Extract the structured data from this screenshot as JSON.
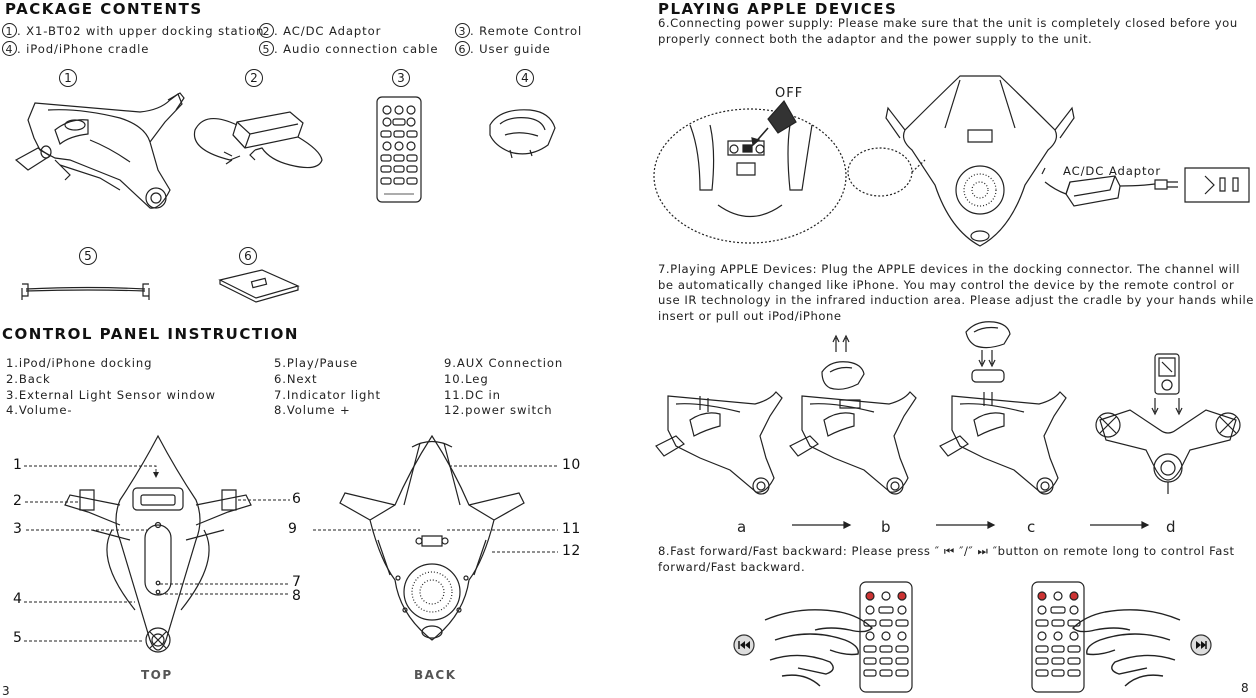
{
  "left": {
    "package": {
      "title": "PACKAGE CONTENTS",
      "items": [
        {
          "num": "1",
          "text": ". X1-BT02 with upper docking station"
        },
        {
          "num": "2",
          "text": ". AC/DC Adaptor"
        },
        {
          "num": "3",
          "text": ". Remote Control"
        },
        {
          "num": "4",
          "text": ". iPod/iPhone  cradle"
        },
        {
          "num": "5",
          "text": ". Audio connection cable"
        },
        {
          "num": "6",
          "text": ". User guide"
        }
      ]
    },
    "control": {
      "title": "CONTROL PANEL INSTRUCTION",
      "col1": [
        "1.iPod/iPhone  docking",
        "2.Back",
        "3.External Light Sensor window",
        "4.Volume-"
      ],
      "col2": [
        "5.Play/Pause",
        "6.Next",
        "7.Indicator light",
        "8.Volume +"
      ],
      "col3": [
        "9.AUX Connection",
        "10.Leg",
        "11.DC in",
        "12.power switch"
      ]
    },
    "callouts_top": [
      "1",
      "2",
      "3",
      "4",
      "5",
      "6",
      "7",
      "8"
    ],
    "callouts_back": [
      "9",
      "10",
      "11",
      "12"
    ],
    "view_top": "TOP",
    "view_back": "BACK",
    "page_number": "3"
  },
  "right": {
    "title": "PLAYING APPLE DEVICES",
    "step6": "6.Connecting power supply: Please make sure that the unit is completely closed before you properly connect both the adaptor and the power supply to the unit.",
    "off_label": "OFF",
    "adaptor_label": "AC/DC Adaptor",
    "step7": "7.Playing APPLE Devices: Plug the APPLE devices in the docking connector. The channel will be automatically changed like iPhone. You may control the device by the remote control or use IR technology in the infrared induction area.  Please adjust the cradle by your hands while insert or pull out iPod/iPhone",
    "step_labels": [
      "a",
      "b",
      "c",
      "d"
    ],
    "step8": "8.Fast forward/Fast backward: Please press ″ ⏮ ″/″ ⏭ ″button on remote long to control Fast forward/Fast backward.",
    "page_number": "8"
  }
}
